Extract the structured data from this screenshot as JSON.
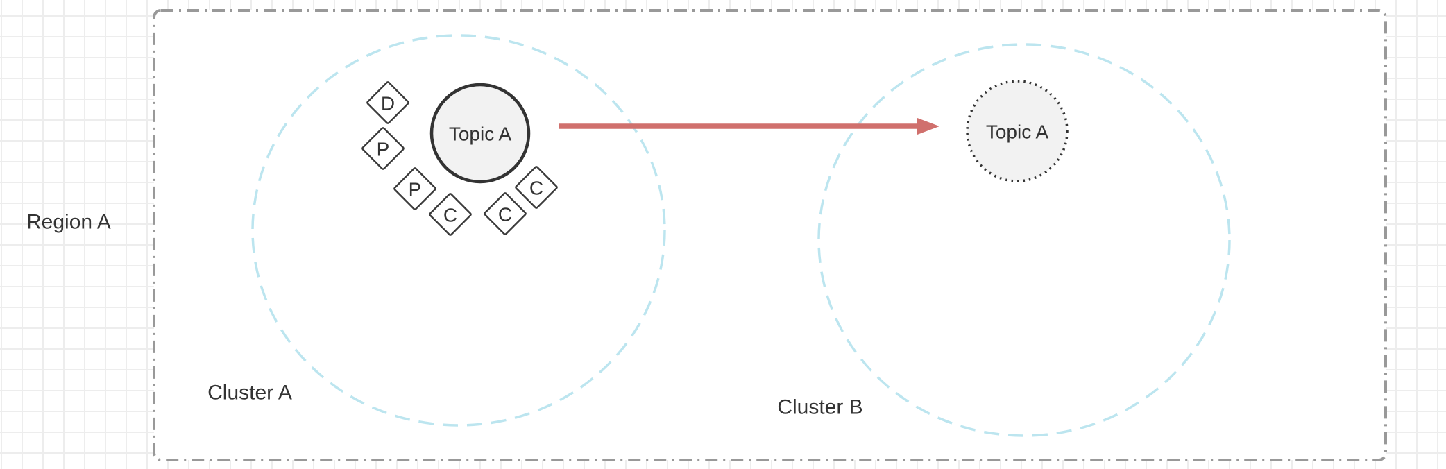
{
  "diagram": {
    "region": {
      "label": "Region A"
    },
    "clusters": [
      {
        "id": "cluster-a",
        "label": "Cluster A"
      },
      {
        "id": "cluster-b",
        "label": "Cluster B"
      }
    ],
    "topics": [
      {
        "id": "topic-a-cluster-a",
        "label": "Topic A",
        "border_style": "solid"
      },
      {
        "id": "topic-a-cluster-b",
        "label": "Topic A",
        "border_style": "dotted"
      }
    ],
    "nodes": [
      {
        "label": "D"
      },
      {
        "label": "P"
      },
      {
        "label": "P"
      },
      {
        "label": "C"
      },
      {
        "label": "C"
      },
      {
        "label": "C"
      }
    ],
    "arrow": {
      "direction": "left-to-right",
      "from": "Topic A (Cluster A)",
      "to": "Topic A (Cluster B)"
    },
    "colors": {
      "region_border": "#999999",
      "region_fill": "#ffffff",
      "cluster_stroke": "#bce5ef",
      "topic_fill": "#f2f2f2",
      "topic_stroke": "#333333",
      "node_fill": "#ffffff",
      "node_stroke": "#3a3a3a",
      "arrow": "#d0706d",
      "text": "#333333",
      "grid_line": "#ededed"
    }
  }
}
